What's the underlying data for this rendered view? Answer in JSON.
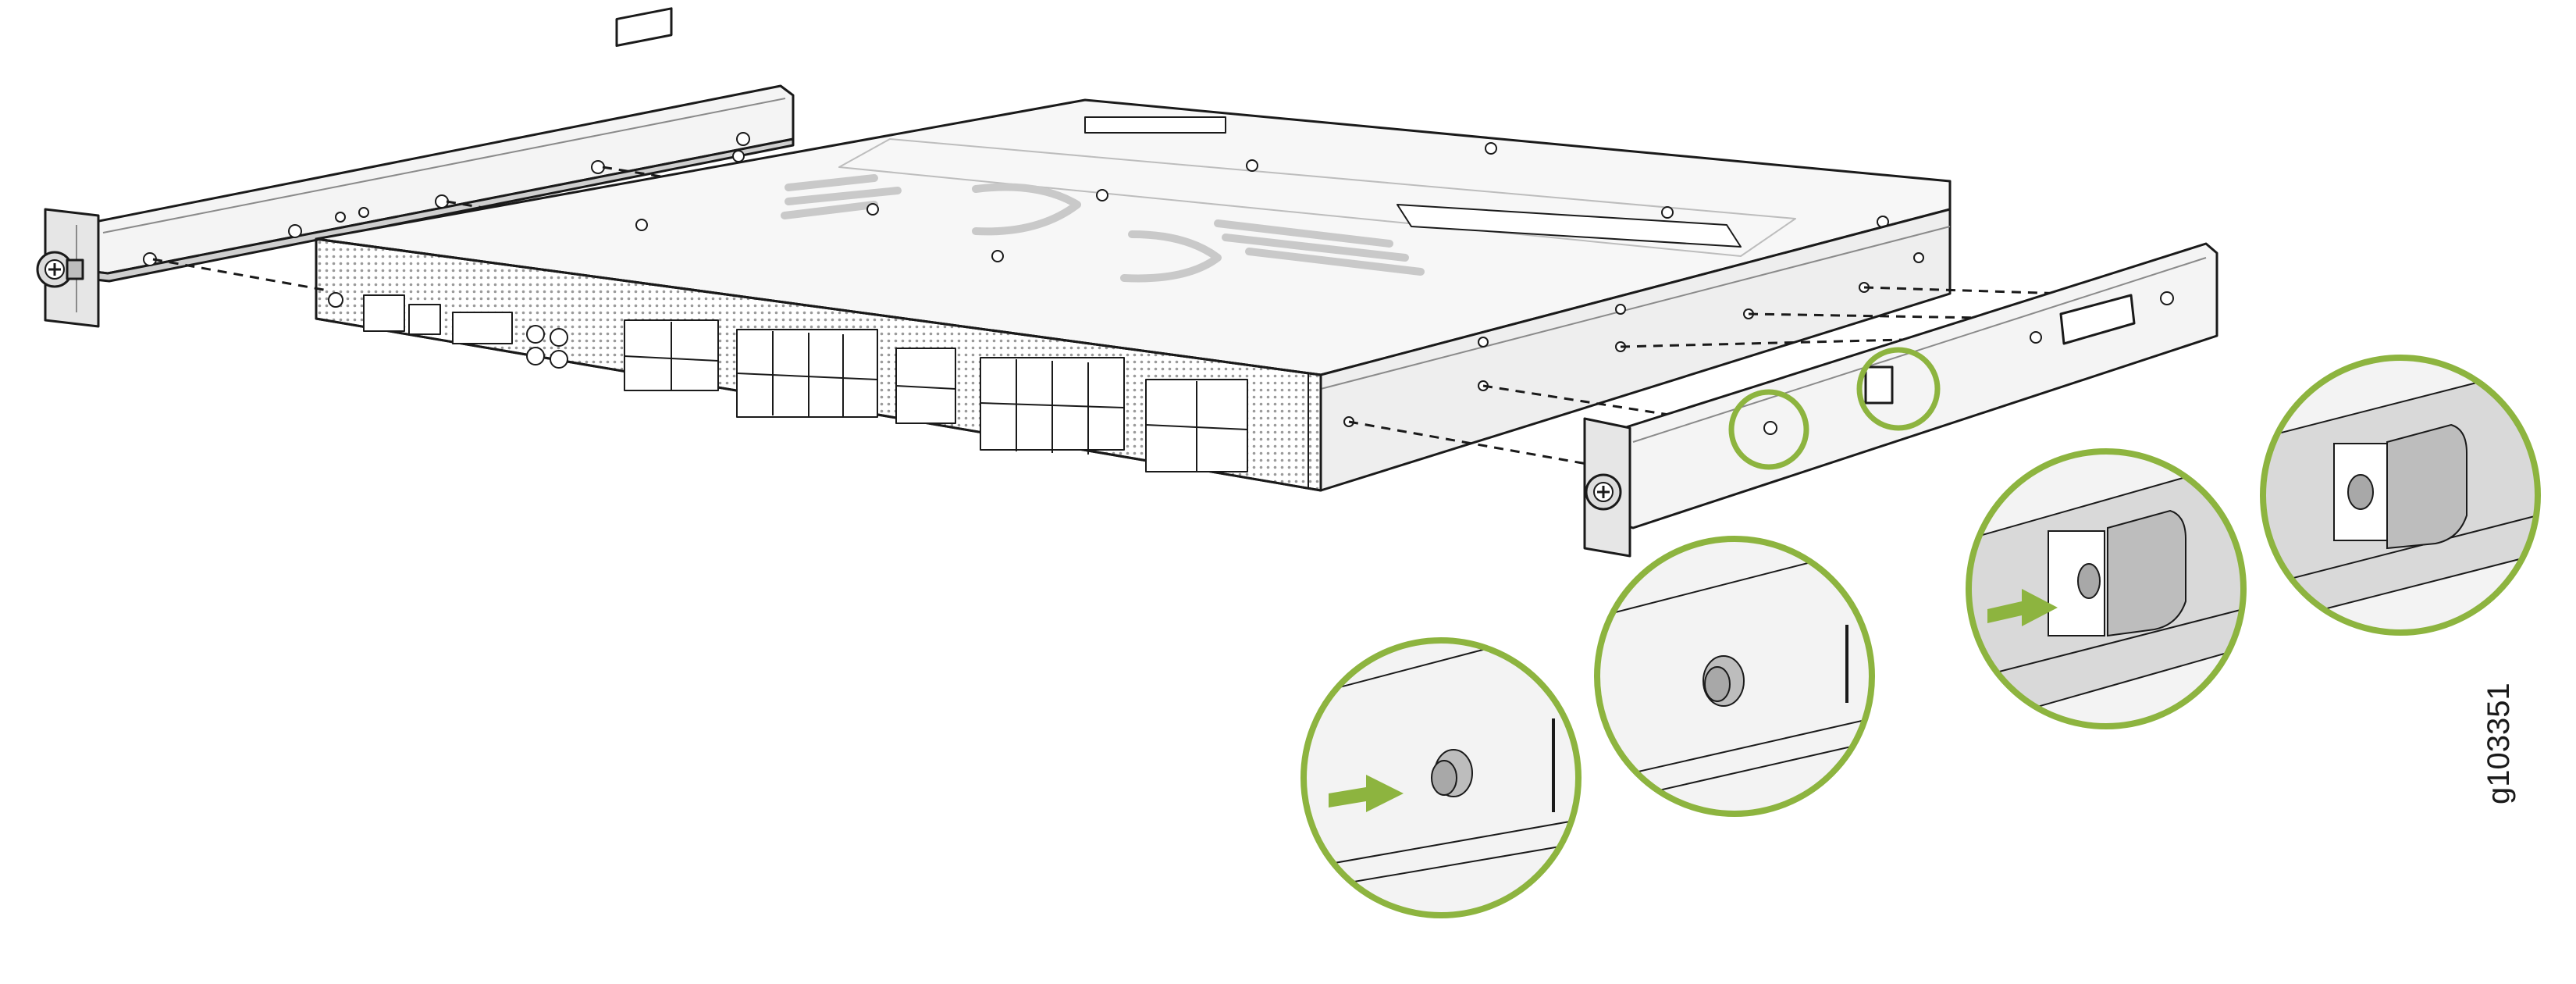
{
  "figure": {
    "id_label": "g103351",
    "subject": "switch-chassis-with-mounting-rails",
    "accent_color": "#8db43f",
    "line_color": "#1a1a1a",
    "surface_color": "#f3f3f3",
    "shade_color": "#d6d6d6",
    "callouts": [
      {
        "name": "callout-standoff-insert",
        "icon": "push-arrow-icon"
      },
      {
        "name": "callout-standoff-seated",
        "icon": ""
      },
      {
        "name": "callout-latch-insert",
        "icon": "push-arrow-icon"
      },
      {
        "name": "callout-latch-seated",
        "icon": ""
      }
    ]
  }
}
